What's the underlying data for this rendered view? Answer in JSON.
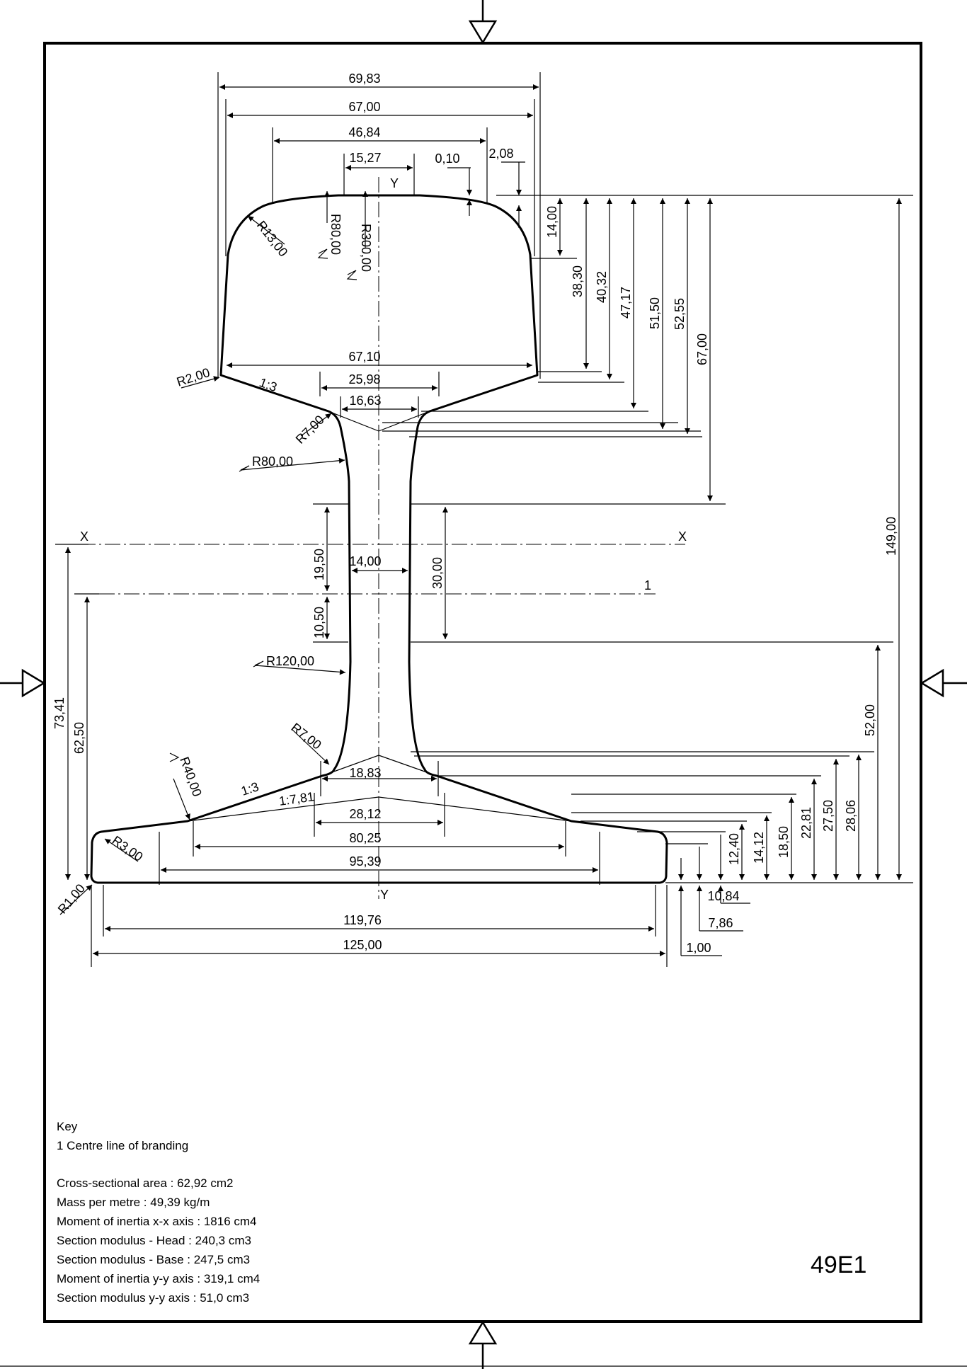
{
  "drawing_code": "49E1",
  "axis_labels": {
    "x_left": "X",
    "x_right": "X",
    "y_top": "Y",
    "y_bottom": "Y",
    "branding_line": "1"
  },
  "dimensions": {
    "top_69_83": "69,83",
    "top_67_00": "67,00",
    "top_46_84": "46,84",
    "top_15_27": "15,27",
    "top_0_10": "0,10",
    "top_2_08": "2,08",
    "r13": "R13,00",
    "r80_head": "R80,00",
    "r300": "R300,00",
    "v14_00": "14,00",
    "v38_30": "38,30",
    "v40_32": "40,32",
    "v47_17": "47,17",
    "v51_50": "51,50",
    "v52_55": "52,55",
    "v67_00": "67,00",
    "w67_10": "67,10",
    "w25_98": "25,98",
    "w16_63": "16,63",
    "r2": "R2,00",
    "slope_head": "1:3",
    "r7_head": "R7,00",
    "r80_web": "R80,00",
    "v19_50": "19,50",
    "w14_00": "14,00",
    "v30_00": "30,00",
    "v10_50": "10,50",
    "r120": "R120,00",
    "v73_41": "73,41",
    "v62_50": "62,50",
    "v52_00": "52,00",
    "v149_00": "149,00",
    "r7_foot": "R7,00",
    "r40": "R40,00",
    "slope_foot": "1:3",
    "slope_781": "1:7,81",
    "w18_83": "18,83",
    "w28_12": "28,12",
    "w80_25": "80,25",
    "w95_39": "95,39",
    "r3": "R3,00",
    "r1": "R1,00",
    "w119_76": "119,76",
    "w125_00": "125,00",
    "v12_40": "12,40",
    "v14_12": "14,12",
    "v18_50": "18,50",
    "v22_81": "22,81",
    "v27_50": "27,50",
    "v28_06": "28,06",
    "h10_84": "10,84",
    "h7_86": "7,86",
    "h1_00": "1,00"
  },
  "key": {
    "title": "Key",
    "item1": "1 Centre line of branding",
    "properties": [
      "Cross-sectional area : 62,92 cm2",
      "Mass per metre : 49,39 kg/m",
      "Moment of inertia x-x axis : 1816  cm4",
      "Section modulus - Head : 240,3 cm3",
      "Section modulus - Base : 247,5 cm3",
      "Moment of inertia y-y axis : 319,1 cm4",
      "Section modulus y-y axis : 51,0 cm3"
    ]
  }
}
